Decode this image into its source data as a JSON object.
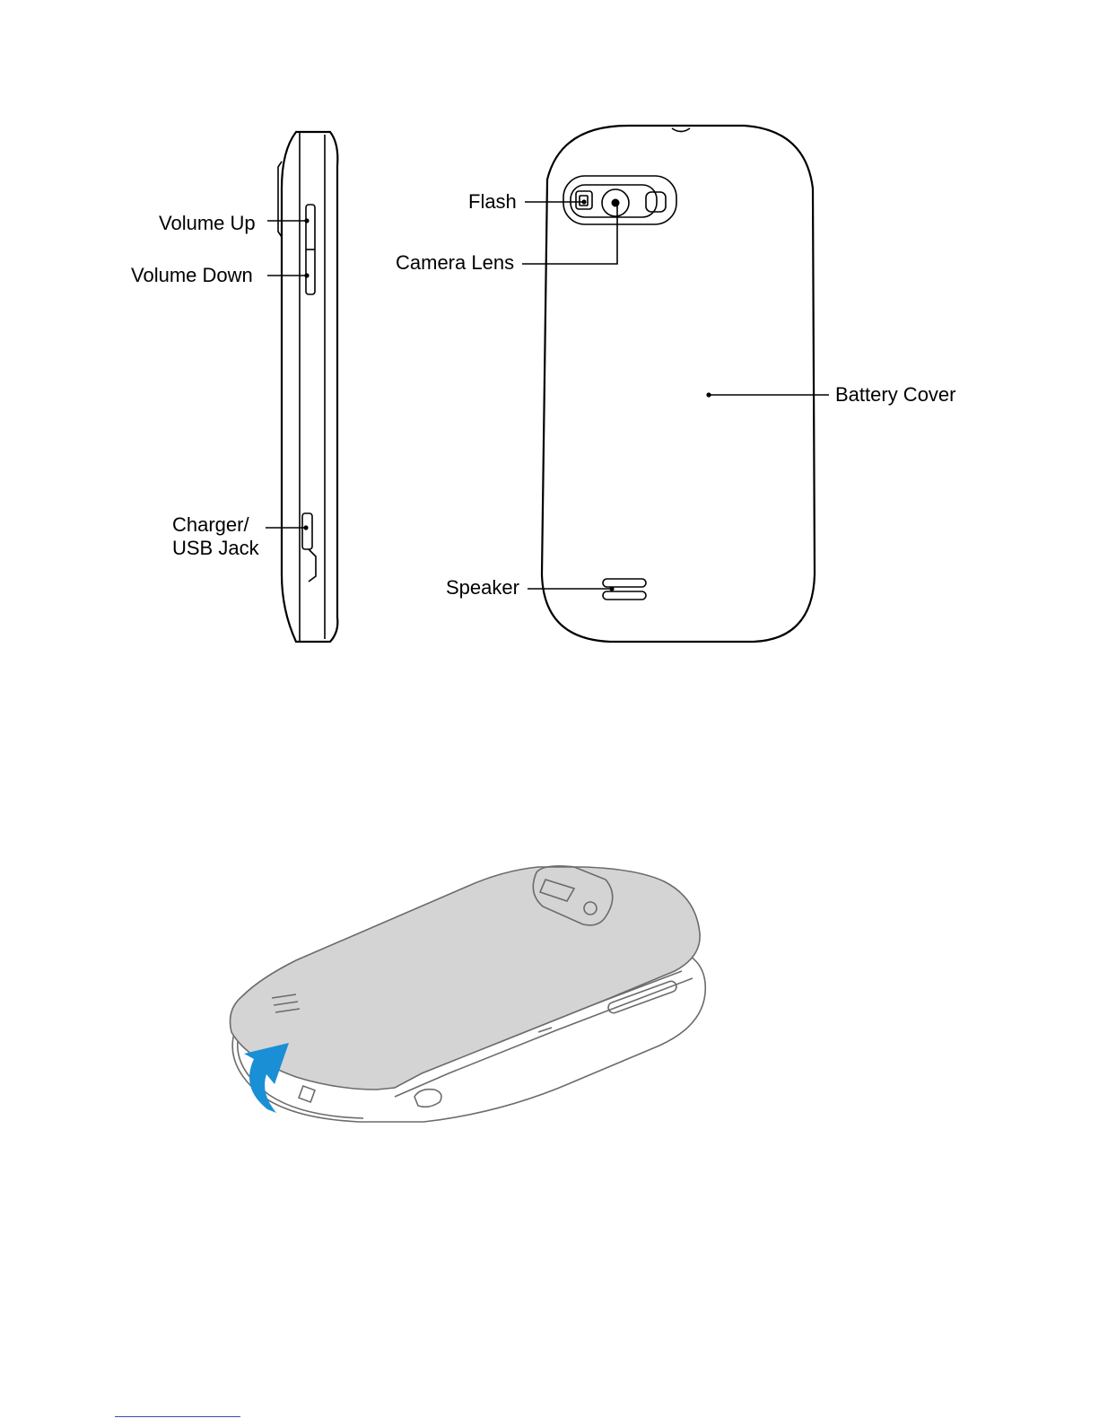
{
  "side_view": {
    "labels": {
      "volume_up": "Volume Up",
      "volume_down": "Volume Down",
      "charger_line1": "Charger/",
      "charger_line2": "USB Jack"
    }
  },
  "back_view": {
    "labels": {
      "flash": "Flash",
      "camera_lens": "Camera Lens",
      "battery_cover": "Battery Cover",
      "speaker": "Speaker"
    }
  },
  "removal_illustration": {
    "arrow_color": "#1a8fd6",
    "cover_color": "#d4d4d4"
  }
}
